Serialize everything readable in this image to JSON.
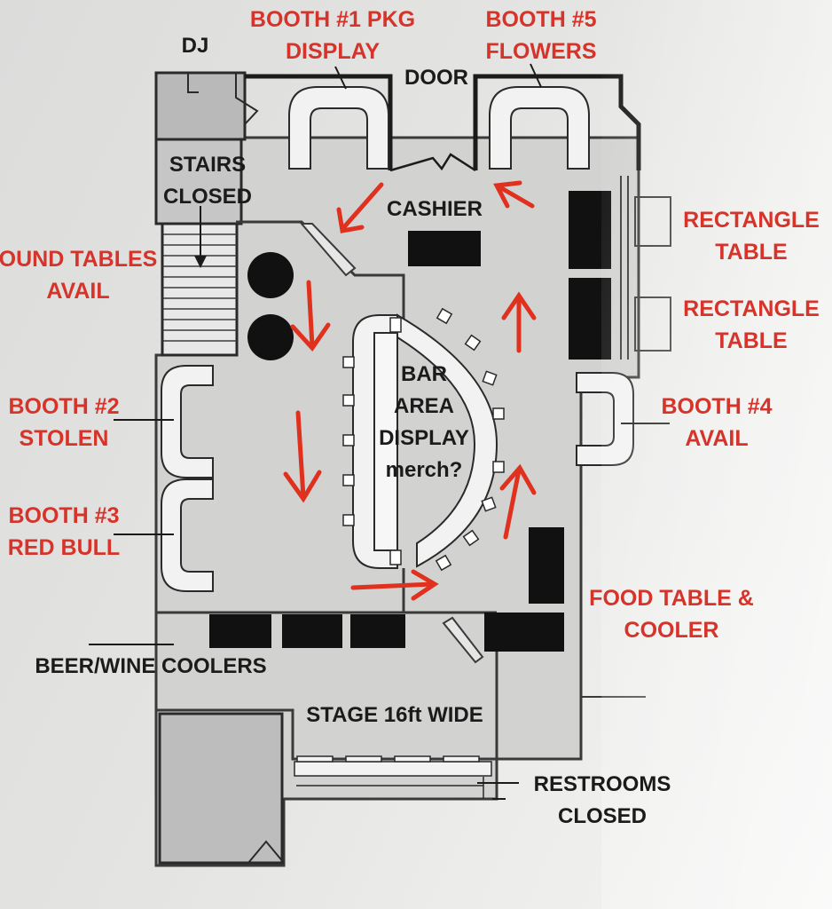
{
  "labels": {
    "dj": "DJ",
    "booth1_line1": "BOOTH #1 PKG",
    "booth1_line2": "DISPLAY",
    "door": "DOOR",
    "booth5_line1": "BOOTH #5",
    "booth5_line2": "FLOWERS",
    "stairs_line1": "STAIRS",
    "stairs_line2": "CLOSED",
    "cashier": "CASHIER",
    "round_tables_line1": "OUND TABLES",
    "round_tables_line2": "AVAIL",
    "rect_table_1_line1": "RECTANGLE",
    "rect_table_1_line2": "TABLE",
    "rect_table_2_line1": "RECTANGLE",
    "rect_table_2_line2": "TABLE",
    "bar_line1": "BAR",
    "bar_line2": "AREA",
    "bar_line3": "DISPLAY",
    "bar_line4": "merch?",
    "booth2_line1": "BOOTH #2",
    "booth2_line2": "STOLEN",
    "booth4_line1": "BOOTH #4",
    "booth4_line2": "AVAIL",
    "booth3_line1": "BOOTH #3",
    "booth3_line2": "RED BULL",
    "food_line1": "FOOD TABLE &",
    "food_line2": "COOLER",
    "beer_wine": "BEER/WINE COOLERS",
    "stage": "STAGE 16ft WIDE",
    "restrooms_line1": "RESTROOMS",
    "restrooms_line2": "CLOSED"
  },
  "colors": {
    "annotation_red": "#d6332a",
    "wall": "#1b1b1b",
    "floor": "#cfcfcf",
    "room": "#bdbdbd"
  }
}
